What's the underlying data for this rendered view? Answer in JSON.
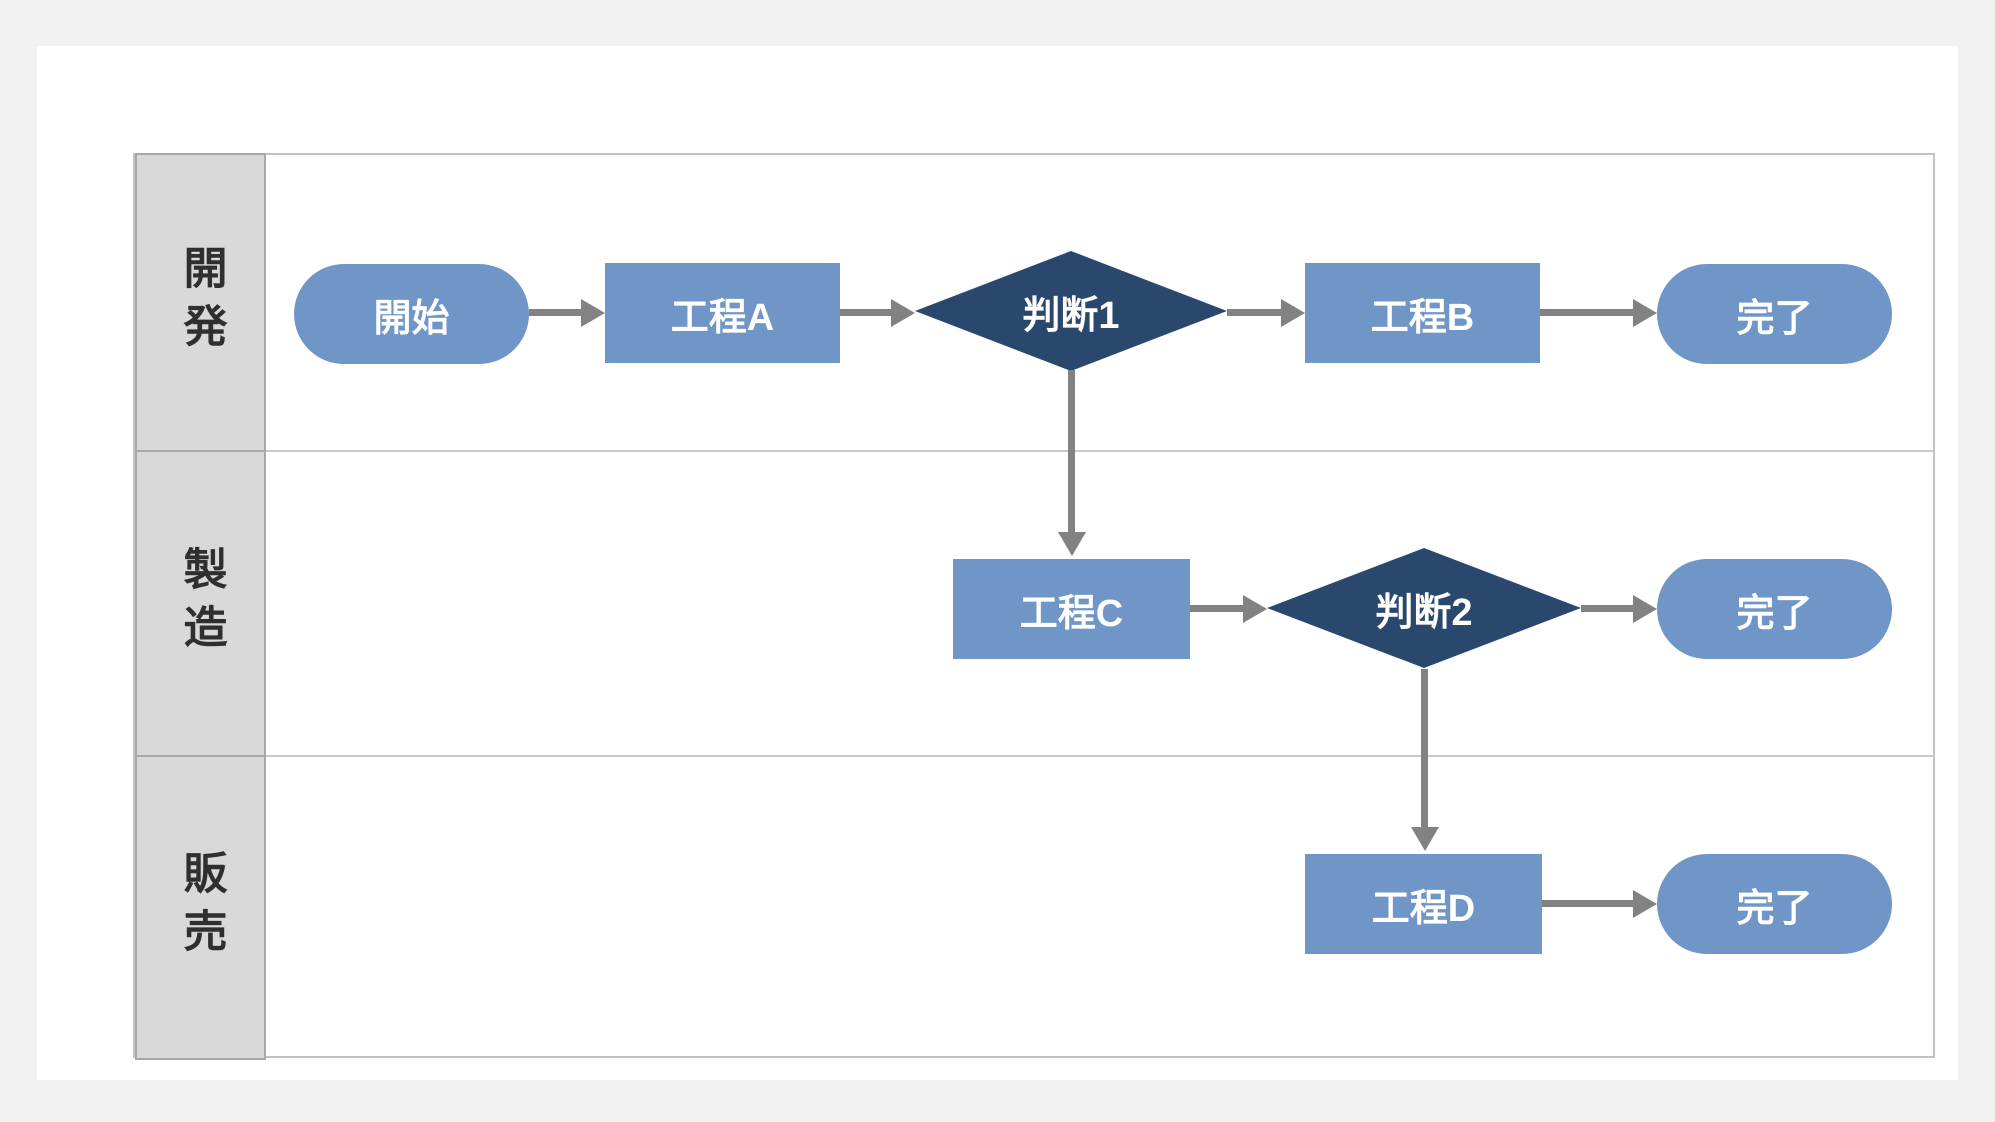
{
  "diagram": {
    "type": "swimlane-flowchart",
    "lanes": [
      {
        "id": "development",
        "label": "開発"
      },
      {
        "id": "manufacturing",
        "label": "製造"
      },
      {
        "id": "sales",
        "label": "販売"
      }
    ],
    "nodes": {
      "start": {
        "label": "開始",
        "type": "terminator",
        "lane": "開発"
      },
      "process_a": {
        "label": "工程A",
        "type": "process",
        "lane": "開発"
      },
      "decision_1": {
        "label": "判断1",
        "type": "decision",
        "lane": "開発"
      },
      "process_b": {
        "label": "工程B",
        "type": "process",
        "lane": "開発"
      },
      "complete_dev": {
        "label": "完了",
        "type": "terminator",
        "lane": "開発"
      },
      "process_c": {
        "label": "工程C",
        "type": "process",
        "lane": "製造"
      },
      "decision_2": {
        "label": "判断2",
        "type": "decision",
        "lane": "製造"
      },
      "complete_mfg": {
        "label": "完了",
        "type": "terminator",
        "lane": "製造"
      },
      "process_d": {
        "label": "工程D",
        "type": "process",
        "lane": "販売"
      },
      "complete_sales": {
        "label": "完了",
        "type": "terminator",
        "lane": "販売"
      }
    },
    "edges": [
      {
        "from": "start",
        "to": "process_a"
      },
      {
        "from": "process_a",
        "to": "decision_1"
      },
      {
        "from": "decision_1",
        "to": "process_b"
      },
      {
        "from": "process_b",
        "to": "complete_dev"
      },
      {
        "from": "decision_1",
        "to": "process_c"
      },
      {
        "from": "process_c",
        "to": "decision_2"
      },
      {
        "from": "decision_2",
        "to": "complete_mfg"
      },
      {
        "from": "decision_2",
        "to": "process_d"
      },
      {
        "from": "process_d",
        "to": "complete_sales"
      }
    ],
    "colors": {
      "page_bg": "#f1f1f1",
      "panel_bg": "#ffffff",
      "table_border": "#c2c2c2",
      "label_border": "#a8a8a8",
      "lane_header_bg": "#d9d9d9",
      "lane_line": "#c9c9c9",
      "lane_text": "#2f2f2f",
      "process_fill": "#7095c7",
      "decision_fill": "#2a486e",
      "node_text": "#ffffff",
      "arrow": "#828282"
    }
  }
}
